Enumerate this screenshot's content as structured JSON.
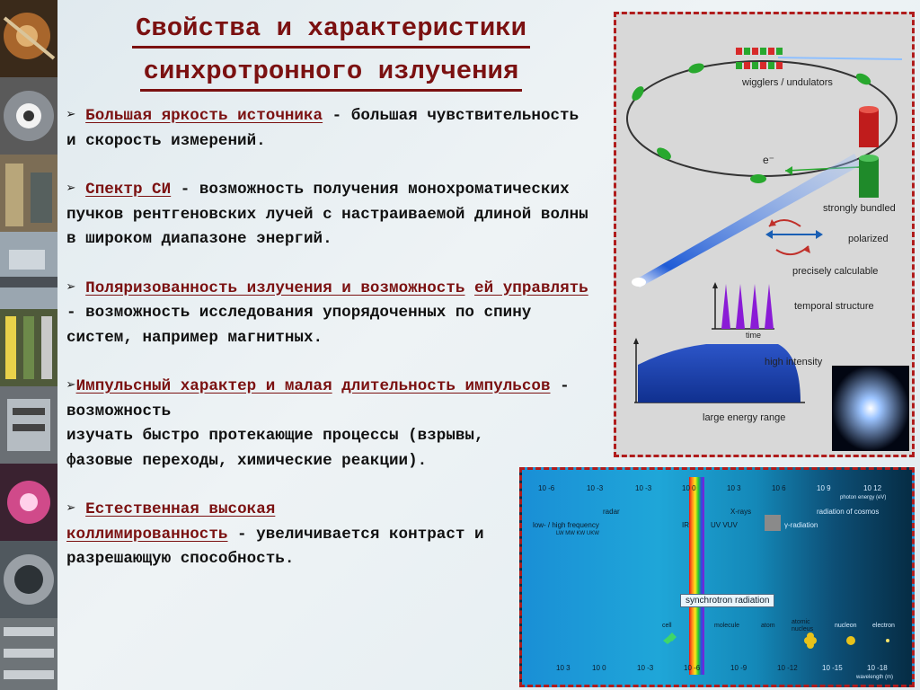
{
  "slide": {
    "title_line1": "Свойства и характеристики",
    "title_line2": "синхротронного излучения"
  },
  "bullets": [
    {
      "marker": "➢ ",
      "head": "Большая яркость источника",
      "tail": " - большая чувствительность и скорость измерений."
    },
    {
      "marker": "➢ ",
      "head": "Спектр СИ",
      "tail": " - возможность получения монохроматических пучков рентгеновских лучей с настраиваемой длиной волны в широком диапазоне энергий."
    },
    {
      "marker": "➢ ",
      "head1": "Поляризованность излучения и возможность",
      "head2": "ей управлять",
      "tail": " - возможность исследования упорядоченных по спину систем, например магнитных."
    },
    {
      "marker": "➢",
      "head1": "Импульсный характер и малая",
      "head2": "длительность импульсов",
      "tail1": " - возможность",
      "tail2": "изучать быстро протекающие процессы (взрывы, фазовые переходы, химические реакции)."
    },
    {
      "marker": "➢ ",
      "head1": "Естественная высокая",
      "head2": "коллимированность",
      "tail": " - увеличивается контраст и разрешающую способность."
    }
  ],
  "figure_properties": {
    "wigglers": "wigglers / undulators",
    "electron": "e⁻",
    "bundled": "strongly bundled",
    "polarized": "polarized",
    "calculable": "precisely calculable",
    "temporal": "temporal structure",
    "time": "time",
    "intensity": "high intensity",
    "energy_range": "large energy range"
  },
  "figure_spectrum": {
    "energy_ticks": [
      "10 -6",
      "10 -3",
      "10 -3",
      "10 0",
      "10 3",
      "10 6",
      "10 9",
      "10 12"
    ],
    "photon_energy": "photon energy (eV)",
    "wavelength_ticks": [
      "10 3",
      "10 0",
      "10 -3",
      "10 -6",
      "10 -9",
      "10 -12",
      "10 -15",
      "10 -18"
    ],
    "wavelength": "wavelength (m)",
    "lowhigh": "low- / high frequency",
    "bands": "LW  MW  KW  UKW",
    "radar": "radar",
    "ir": "IR",
    "uv": "UV  VUV",
    "xrays": "X-rays",
    "cosmos": "radiation of cosmos",
    "gamma": "γ-radiation",
    "synchrotron": "synchrotron radiation",
    "cell": "cell",
    "molecule": "molecule",
    "atom": "atom",
    "atomic_nucleus": "atomic nucleus",
    "nucleon": "nucleon",
    "electron": "electron"
  },
  "colors": {
    "accent": "#7b1111",
    "border": "#b01c1c"
  }
}
